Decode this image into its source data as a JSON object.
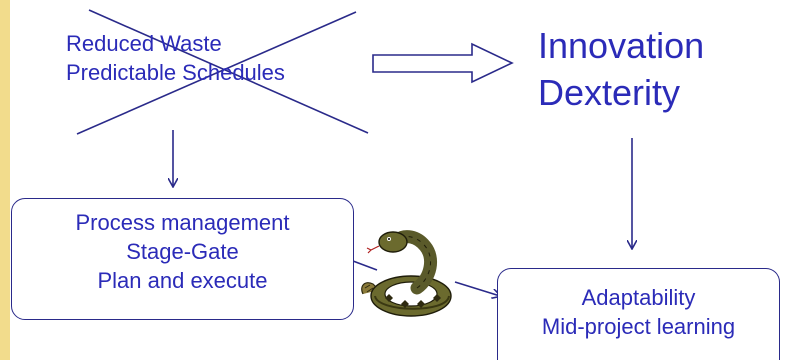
{
  "crossed_out": {
    "line1": "Reduced Waste",
    "line2": "Predictable Schedules"
  },
  "goals": {
    "line1": "Innovation",
    "line2": "Dexterity"
  },
  "process_box": {
    "line1": "Process management",
    "line2": "Stage-Gate",
    "line3": "Plan and execute"
  },
  "adapt_box": {
    "line1": "Adaptability",
    "line2": "Mid-project learning"
  },
  "colors": {
    "text": "#2b2bb8",
    "lines": "#2a2a8a",
    "side_bar": "#f2dc8c",
    "snake_body": "#5a5a2a"
  },
  "icons": {
    "snake": "rattlesnake-clipart-icon",
    "block_arrow": "block-right-arrow-icon"
  }
}
